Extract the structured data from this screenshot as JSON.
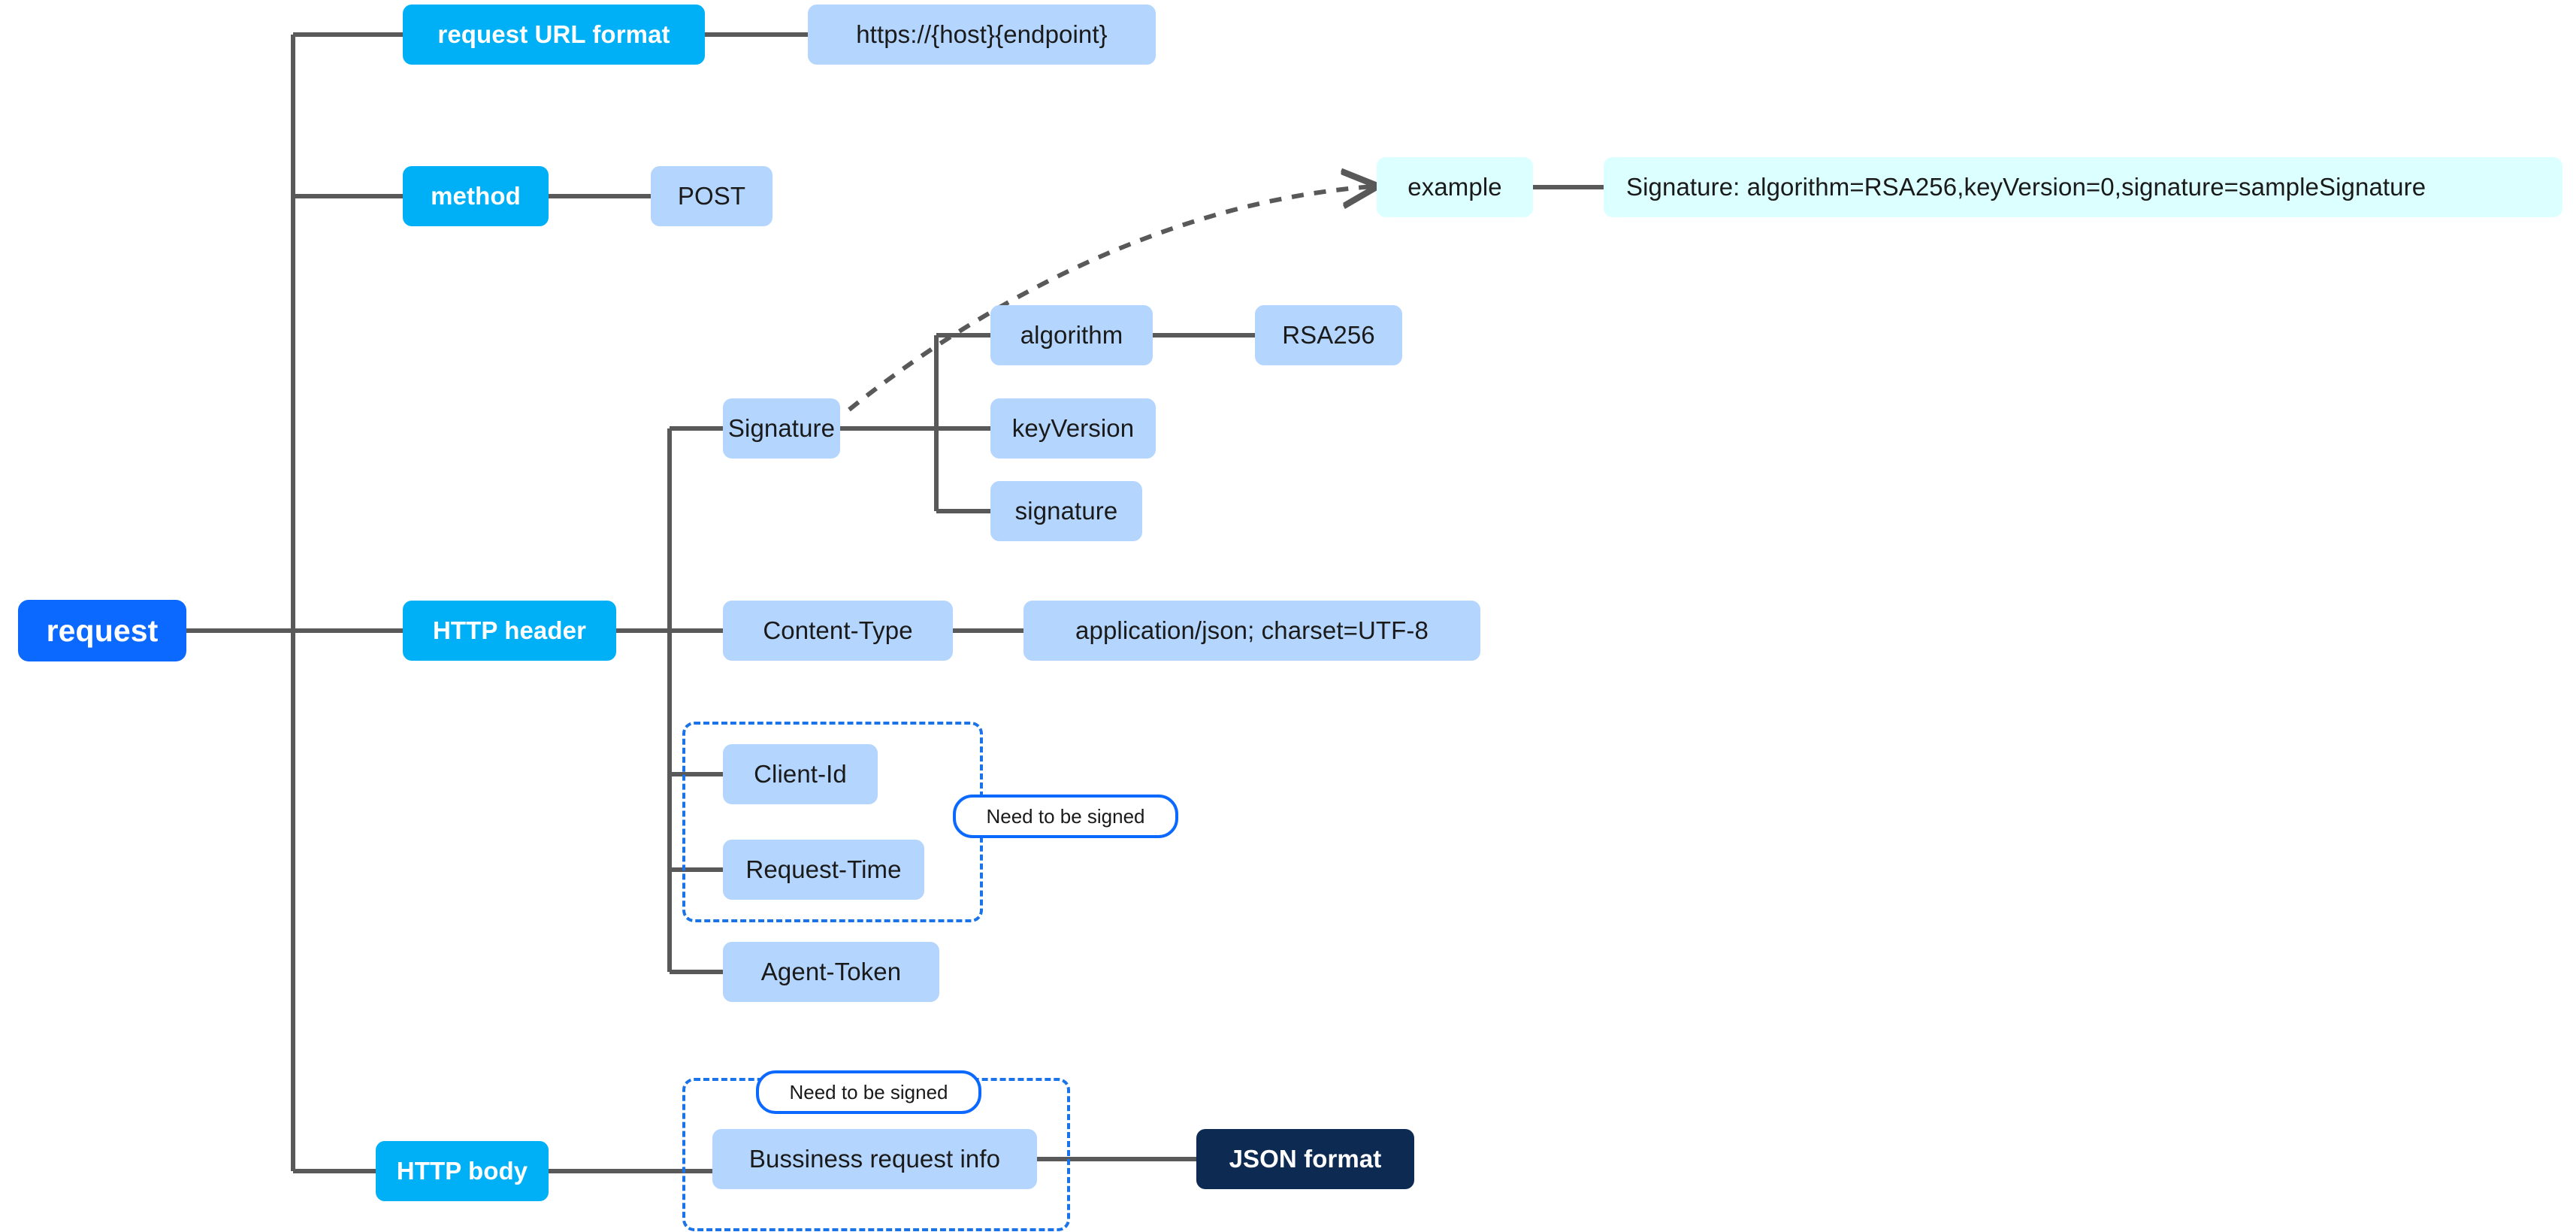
{
  "diagram": {
    "title": "request",
    "colors": {
      "root": "#0b69ff",
      "branch": "#00b0f7",
      "leaf": "#b4d5fd",
      "example": "#dcffff",
      "format": "#0d2b52",
      "edge": "#595959",
      "annotation": "#1a73e8"
    },
    "root": {
      "label": "request"
    },
    "branches": [
      {
        "label": "request URL format",
        "value": "https://{host}{endpoint}"
      },
      {
        "label": "method",
        "value": "POST"
      },
      {
        "label": "HTTP header"
      },
      {
        "label": "HTTP body"
      }
    ],
    "header_children": [
      {
        "label": "Signature"
      },
      {
        "label": "Content-Type",
        "value": "application/json; charset=UTF-8"
      },
      {
        "label": "Client-Id"
      },
      {
        "label": "Request-Time"
      },
      {
        "label": "Agent-Token"
      }
    ],
    "signature_children": [
      {
        "label": "algorithm",
        "value": "RSA256"
      },
      {
        "label": "keyVersion"
      },
      {
        "label": "signature"
      }
    ],
    "example": {
      "label": "example",
      "value": "Signature: algorithm=RSA256,keyVersion=0,signature=sampleSignature"
    },
    "body": {
      "label": "Bussiness request info",
      "format": "JSON format"
    },
    "annotations": [
      {
        "label": "Need to be signed"
      },
      {
        "label": "Need to be signed"
      }
    ]
  }
}
